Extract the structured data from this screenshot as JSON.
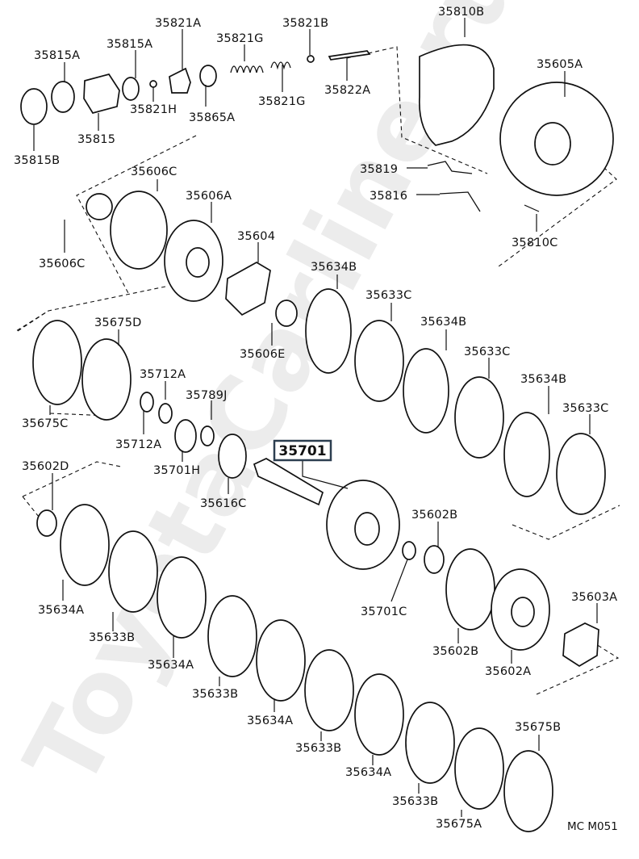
{
  "diagram": {
    "highlighted_part": "35701",
    "footer_code": "MC M051",
    "watermark": "ToyotaCarline.ru",
    "parts": [
      {
        "id": "p-35815a",
        "number": "35815A"
      },
      {
        "id": "p-35815a-2",
        "number": "35815A"
      },
      {
        "id": "p-35821a",
        "number": "35821A"
      },
      {
        "id": "p-35821g",
        "number": "35821G"
      },
      {
        "id": "p-35821b",
        "number": "35821B"
      },
      {
        "id": "p-35810b",
        "number": "35810B"
      },
      {
        "id": "p-35605a",
        "number": "35605A"
      },
      {
        "id": "p-35821h",
        "number": "35821H"
      },
      {
        "id": "p-35865a",
        "number": "35865A"
      },
      {
        "id": "p-35821g-2",
        "number": "35821G"
      },
      {
        "id": "p-35822a",
        "number": "35822A"
      },
      {
        "id": "p-35815",
        "number": "35815"
      },
      {
        "id": "p-35815b",
        "number": "35815B"
      },
      {
        "id": "p-35606c",
        "number": "35606C"
      },
      {
        "id": "p-35606a",
        "number": "35606A"
      },
      {
        "id": "p-35819",
        "number": "35819"
      },
      {
        "id": "p-35816",
        "number": "35816"
      },
      {
        "id": "p-35604",
        "number": "35604"
      },
      {
        "id": "p-35810c",
        "number": "35810C"
      },
      {
        "id": "p-35606c-2",
        "number": "35606C"
      },
      {
        "id": "p-35634b",
        "number": "35634B"
      },
      {
        "id": "p-35633c",
        "number": "35633C"
      },
      {
        "id": "p-35675d",
        "number": "35675D"
      },
      {
        "id": "p-35634b-2",
        "number": "35634B"
      },
      {
        "id": "p-35606e",
        "number": "35606E"
      },
      {
        "id": "p-35633c-2",
        "number": "35633C"
      },
      {
        "id": "p-35712a",
        "number": "35712A"
      },
      {
        "id": "p-35634b-3",
        "number": "35634B"
      },
      {
        "id": "p-35789j",
        "number": "35789J"
      },
      {
        "id": "p-35633c-3",
        "number": "35633C"
      },
      {
        "id": "p-35675c",
        "number": "35675C"
      },
      {
        "id": "p-35712a-2",
        "number": "35712A"
      },
      {
        "id": "p-35701",
        "number": "35701"
      },
      {
        "id": "p-35602d",
        "number": "35602D"
      },
      {
        "id": "p-35701h",
        "number": "35701H"
      },
      {
        "id": "p-35616c",
        "number": "35616C"
      },
      {
        "id": "p-35602b",
        "number": "35602B"
      },
      {
        "id": "p-35603a",
        "number": "35603A"
      },
      {
        "id": "p-35634a",
        "number": "35634A"
      },
      {
        "id": "p-35701c",
        "number": "35701C"
      },
      {
        "id": "p-35633b",
        "number": "35633B"
      },
      {
        "id": "p-35602b-2",
        "number": "35602B"
      },
      {
        "id": "p-35634a-2",
        "number": "35634A"
      },
      {
        "id": "p-35602a",
        "number": "35602A"
      },
      {
        "id": "p-35633b-2",
        "number": "35633B"
      },
      {
        "id": "p-35634a-3",
        "number": "35634A"
      },
      {
        "id": "p-35675b",
        "number": "35675B"
      },
      {
        "id": "p-35633b-3",
        "number": "35633B"
      },
      {
        "id": "p-35634a-4",
        "number": "35634A"
      },
      {
        "id": "p-35633b-4",
        "number": "35633B"
      },
      {
        "id": "p-35675a",
        "number": "35675A"
      }
    ]
  }
}
